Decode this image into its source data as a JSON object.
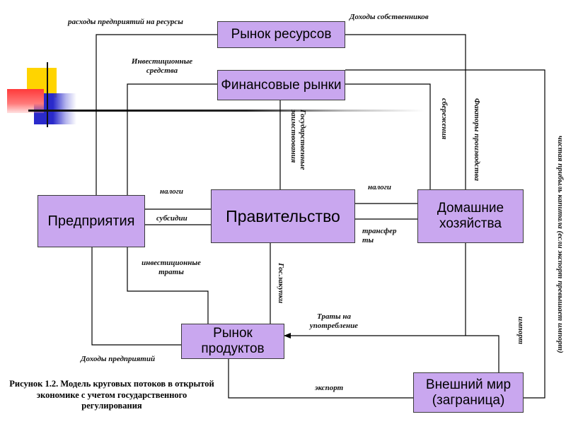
{
  "nodes": {
    "resource_market": "Рынок ресурсов",
    "financial_markets": "Финансовые рынки",
    "enterprises": "Предприятия",
    "government": "Правительство",
    "households": "Домашние хозяйства",
    "product_market": "Рынок продуктов",
    "rest_of_world": "Внешний мир (заграница)"
  },
  "labels": {
    "enterprise_resource_spending": "расходы предприятий на ресурсы",
    "owner_income": "Доходы собственников",
    "investment_funds": "Инвестиционные средства",
    "taxes_enterprises": "налоги",
    "subsidies": "субсидии",
    "investment_spending": "инвестиционные траты",
    "enterprise_income": "Доходы предприятий",
    "government_borrowing": "Государственные заимствования",
    "government_purchases": "Гос.закупки",
    "taxes_households": "налоги",
    "transfers": "трансферты",
    "savings": "сбережения",
    "factors_of_production": "Факторы производства",
    "consumption_spending": "Траты на употребление",
    "imports": "импорт",
    "exports": "экспорт",
    "net_capital_profit": "чистая прибыль капитала (если экспорт превышает импорт)"
  },
  "caption": "Рисунок 1.2. Модель круговых потоков в открытой экономике с учетом государственного регулирования",
  "colors": {
    "box_fill": "#c9a7ef",
    "line": "#000000",
    "deco_yellow": "#ffd400",
    "deco_blue": "#2a2acb",
    "deco_red": "#ff3a3a"
  }
}
